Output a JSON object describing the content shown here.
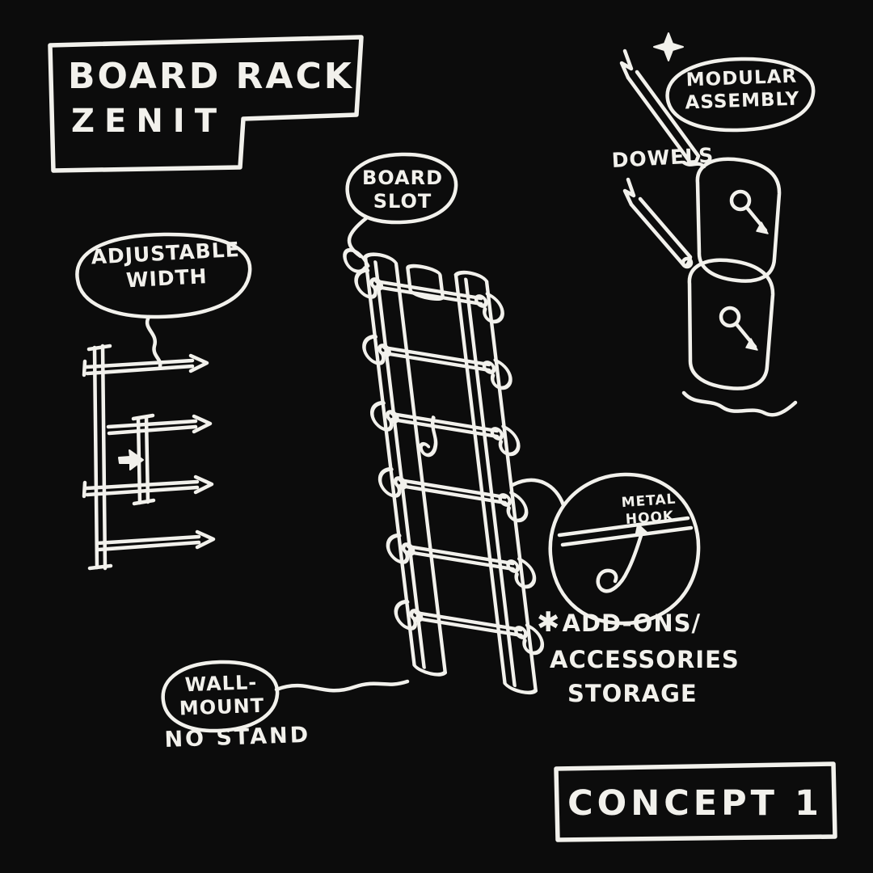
{
  "canvas": {
    "background": "#0c0c0c",
    "ink": "#f2f1ec"
  },
  "title_box": {
    "line1": "BOARD RACK",
    "line2": "ZENIT"
  },
  "callouts": {
    "adjustable_width": {
      "line1": "ADJUSTABLE",
      "line2": "WIDTH"
    },
    "board_slot": {
      "line1": "BOARD",
      "line2": "SLOT"
    },
    "modular_assembly": {
      "line1": "MODULAR",
      "line2": "ASSEMBLY"
    },
    "wall_mount": {
      "line1": "WALL-",
      "line2": "MOUNT"
    },
    "metal_hook": {
      "line1": "METAL",
      "line2": "HOOK"
    }
  },
  "annotations": {
    "dowels": "DOWELS",
    "no_stand": "NO STAND",
    "addons": {
      "star": "✱",
      "line1": "ADD-ONS/",
      "line2": "ACCESSORIES",
      "line3": "STORAGE"
    }
  },
  "concept_box": {
    "label": "CONCEPT 1"
  }
}
